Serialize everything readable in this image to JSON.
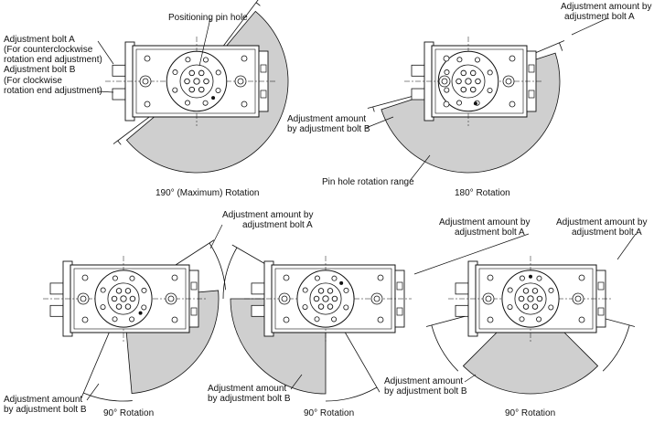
{
  "labels": {
    "positioning_pin_hole": "Positioning pin hole",
    "bolt_a_name": "Adjustment bolt A",
    "bolt_a_desc1": "(For counterclockwise",
    "bolt_a_desc2": "rotation end adjustment)",
    "bolt_b_name": "Adjustment bolt B",
    "bolt_b_desc1": "(For clockwise",
    "bolt_b_desc2": "rotation end adjustment)",
    "amount_a_line1": "Adjustment amount by",
    "amount_a_line2": "adjustment bolt A",
    "amount_b_line1": "Adjustment amount",
    "amount_b_line2": "by adjustment bolt B",
    "pin_range": "Pin hole rotation range"
  },
  "captions": {
    "d190": "190° (Maximum) Rotation",
    "d180": "180° Rotation",
    "d90_1": "90° Rotation",
    "d90_2": "90° Rotation",
    "d90_3": "90° Rotation"
  },
  "colors": {
    "shade": "#cfcfcf",
    "line": "#111111"
  }
}
